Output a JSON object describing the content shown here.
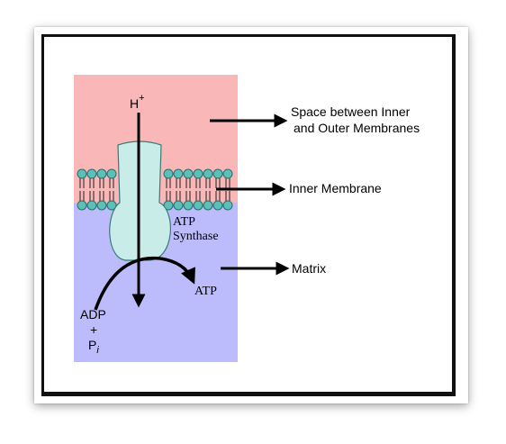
{
  "diagram": {
    "ion": "H",
    "ion_charge": "+",
    "enzyme_line1": "ATP",
    "enzyme_line2": "Synthase",
    "product": "ATP",
    "reactant_adp": "ADP",
    "reactant_plus": "+",
    "reactant_p": "P",
    "reactant_p_sub": "i"
  },
  "labels": {
    "space_line1": "Space between Inner",
    "space_line2": "and Outer Membranes",
    "inner_membrane": "Inner Membrane",
    "matrix": "Matrix"
  },
  "colors": {
    "intermembrane_space": "#f9b7b7",
    "matrix": "#bcbcfc",
    "enzyme": "#c8ece8",
    "lipid_head": "#5cc0b8"
  }
}
